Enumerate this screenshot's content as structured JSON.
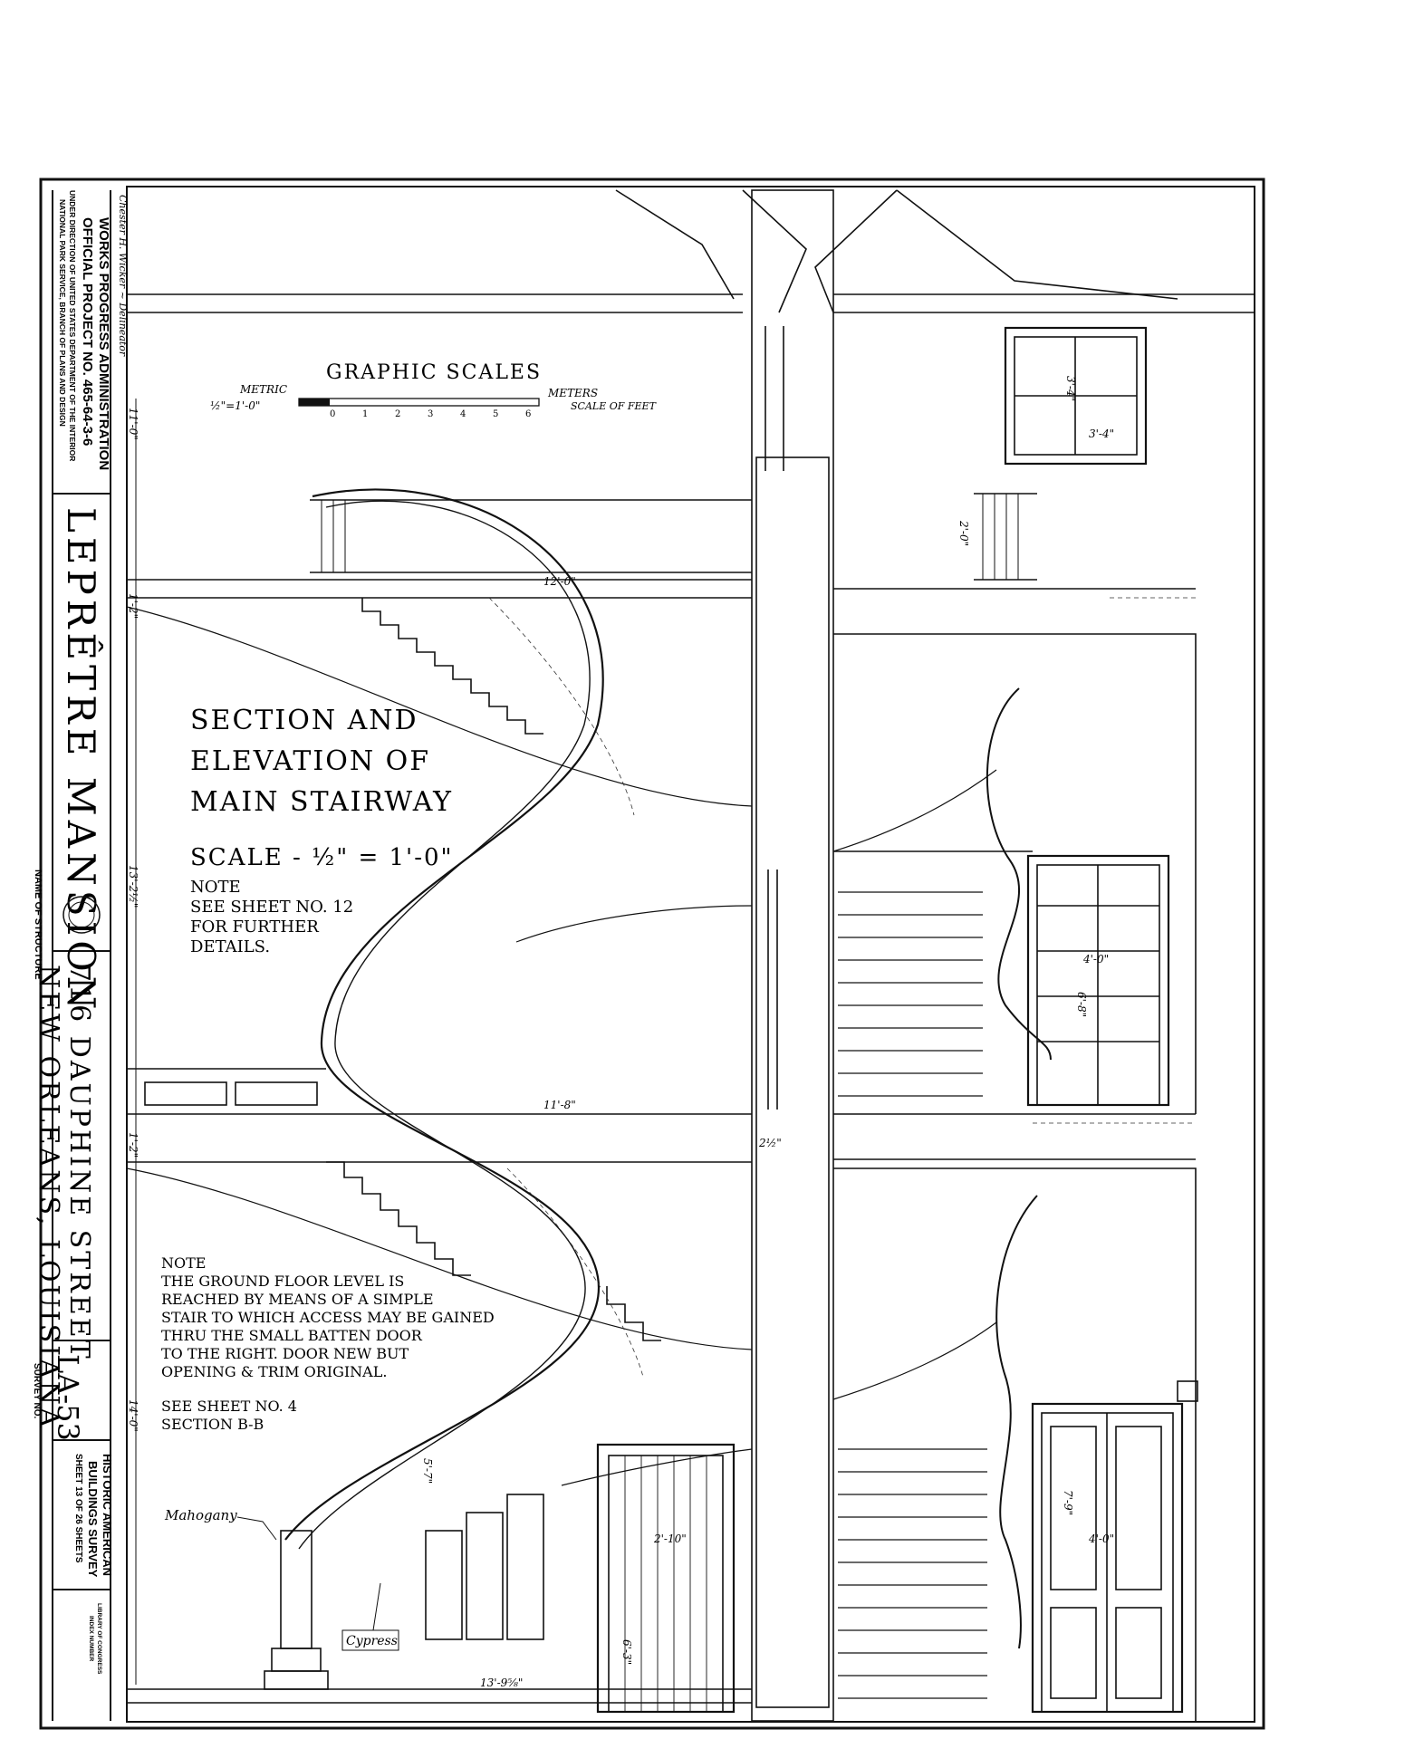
{
  "sheet": {
    "delineator": "Chester H. Wicker ~ Delineator",
    "title_block": {
      "wpa_line1": "WORKS PROGRESS ADMINISTRATION",
      "wpa_line2": "OFFICIAL PROJECT NO. 465-64-3-6",
      "wpa_line3": "UNDER DIRECTION OF UNITED STATES DEPARTMENT OF THE INTERIOR",
      "wpa_line4": "NATIONAL PARK SERVICE, BRANCH OF PLANS AND DESIGN",
      "name_of_structure_label": "NAME OF STRUCTURE",
      "structure_name": "LEPRÊTRE MANSION",
      "address_line1": "716 DAUPHINE STREET",
      "address_line2": "NEW ORLEANS, LOUISIANA",
      "survey_no_label": "SURVEY NO.",
      "survey_no": "LA-53",
      "habs_line1": "HISTORIC AMERICAN",
      "habs_line2": "BUILDINGS SURVEY",
      "habs_line3": "SHEET 13 OF 26 SHEETS",
      "loc_line1": "LIBRARY OF CONGRESS",
      "loc_line2": "INDEX NUMBER"
    },
    "graphic_scales": {
      "title": "GRAPHIC SCALES",
      "metric_label": "METRIC",
      "metric_ratio": "½\"=1'-0\"",
      "meters_label": "METERS",
      "feet_label": "SCALE OF FEET",
      "tick_labels": [
        "0",
        "1",
        "2",
        "3",
        "4",
        "5",
        "6"
      ]
    },
    "drawing_title": {
      "line1": "SECTION AND",
      "line2": "ELEVATION OF",
      "line3": "MAIN STAIRWAY",
      "scale": "SCALE - ½\" = 1'-0\""
    },
    "note1": {
      "line1": "NOTE",
      "line2": "SEE SHEET NO. 12",
      "line3": "FOR FURTHER",
      "line4": "DETAILS."
    },
    "note2": {
      "line1": "NOTE",
      "line2": "THE GROUND FLOOR LEVEL IS",
      "line3": "REACHED BY MEANS OF A SIMPLE",
      "line4": "STAIR TO WHICH ACCESS MAY BE GAINED",
      "line5": "THRU THE SMALL BATTEN DOOR",
      "line6": "TO THE RIGHT. DOOR NEW BUT",
      "line7": "OPENING & TRIM ORIGINAL.",
      "line8": "SEE SHEET NO. 4",
      "line9": "SECTION B-B"
    },
    "materials": {
      "mahogany": "Mahogany",
      "cypress": "Cypress"
    },
    "dimensions": {
      "floor_top_height": "11'-0\"",
      "floor_mid_height": "13'-2½\"",
      "floor_low_height": "14'-0\"",
      "slab_top": "1'-2\"",
      "slab_mid": "1'-2\"",
      "upper_landing": "12'-0\"",
      "mid_landing": "11'-8\"",
      "bottom_run": "13'-9⅝\"",
      "window_height": "3'-4\"",
      "window_width": "3'-4\"",
      "small_rail_height": "2'-0\"",
      "door_mid_width": "4'-0\"",
      "door_mid_height": "6'-8\"",
      "wall_thickness": "2½\"",
      "door_low_height": "7'-9\"",
      "door_low_width": "4'-0\"",
      "batten_door_width": "2'-10\"",
      "batten_door_height": "6'-3\"",
      "stair_rise": "5'-7\""
    }
  }
}
